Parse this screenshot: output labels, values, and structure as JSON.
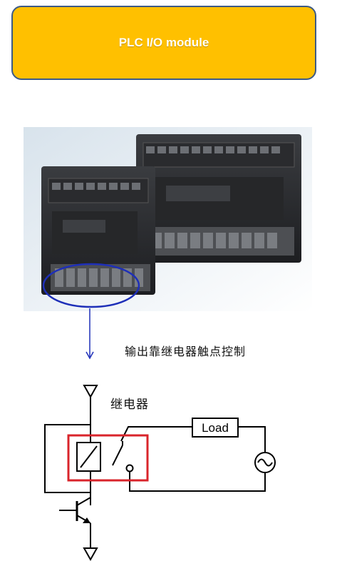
{
  "title": "PLC I/O module",
  "caption": "输出靠继电器触点控制",
  "relay_label": "继电器",
  "load_label": "Load",
  "colors": {
    "banner_fill": "#FFC000",
    "banner_border": "#3C5A86",
    "highlight_ellipse": "#1E2FB8",
    "relay_box": "#D9242B",
    "wire": "#000000"
  }
}
